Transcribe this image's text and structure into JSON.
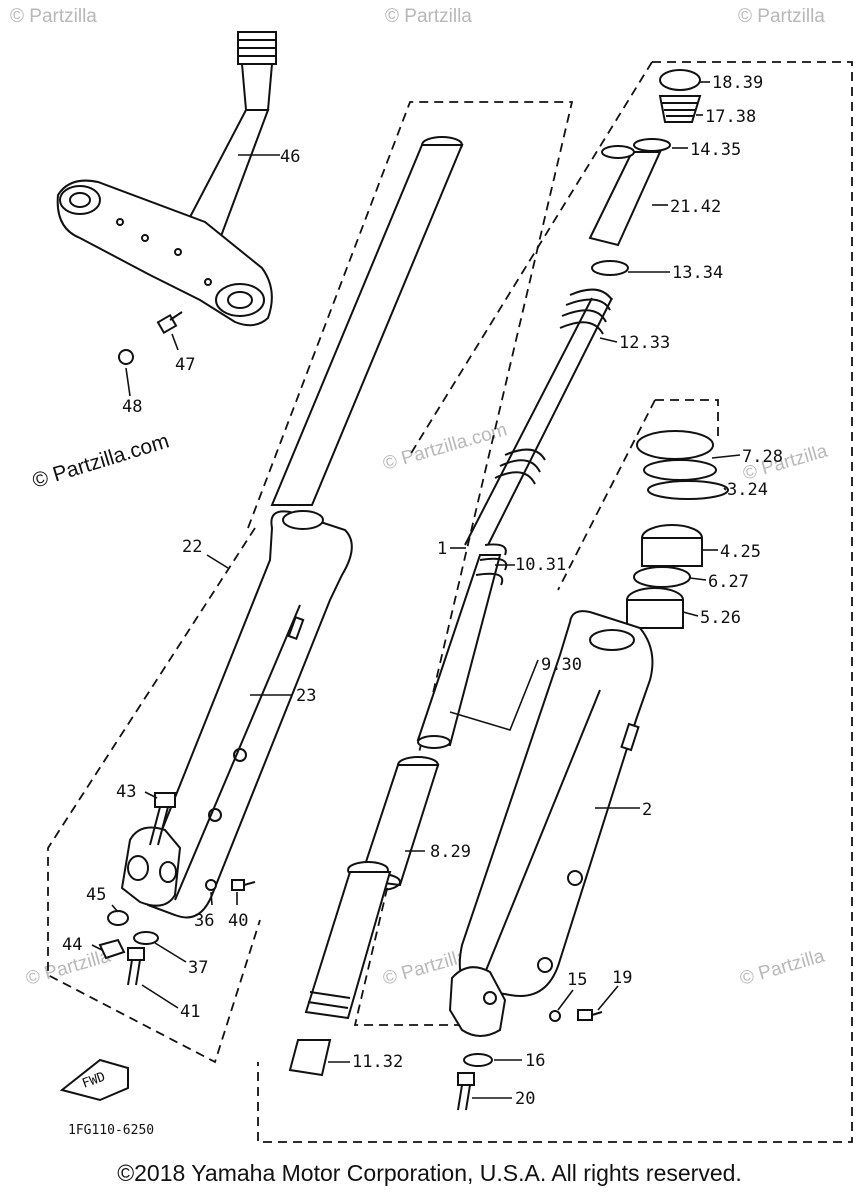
{
  "watermarks": {
    "site_text": "© Partzilla.com",
    "faint_text": "© Partzilla"
  },
  "diagram": {
    "drawing_code": "1FG110-6250",
    "fwd_label": "FWD",
    "callouts": [
      "46",
      "47",
      "48",
      "22",
      "23",
      "43",
      "45",
      "36",
      "40",
      "44",
      "37",
      "41",
      "1",
      "10.31",
      "9.30",
      "8.29",
      "11.32",
      "18.39",
      "17.38",
      "14.35",
      "21.42",
      "13.34",
      "12.33",
      "7.28",
      "3.24",
      "4.25",
      "6.27",
      "5.26",
      "2",
      "15",
      "19",
      "16",
      "20"
    ]
  },
  "footer": {
    "copyright": "©2018  Yamaha Motor Corporation, U.S.A. All rights reserved."
  }
}
